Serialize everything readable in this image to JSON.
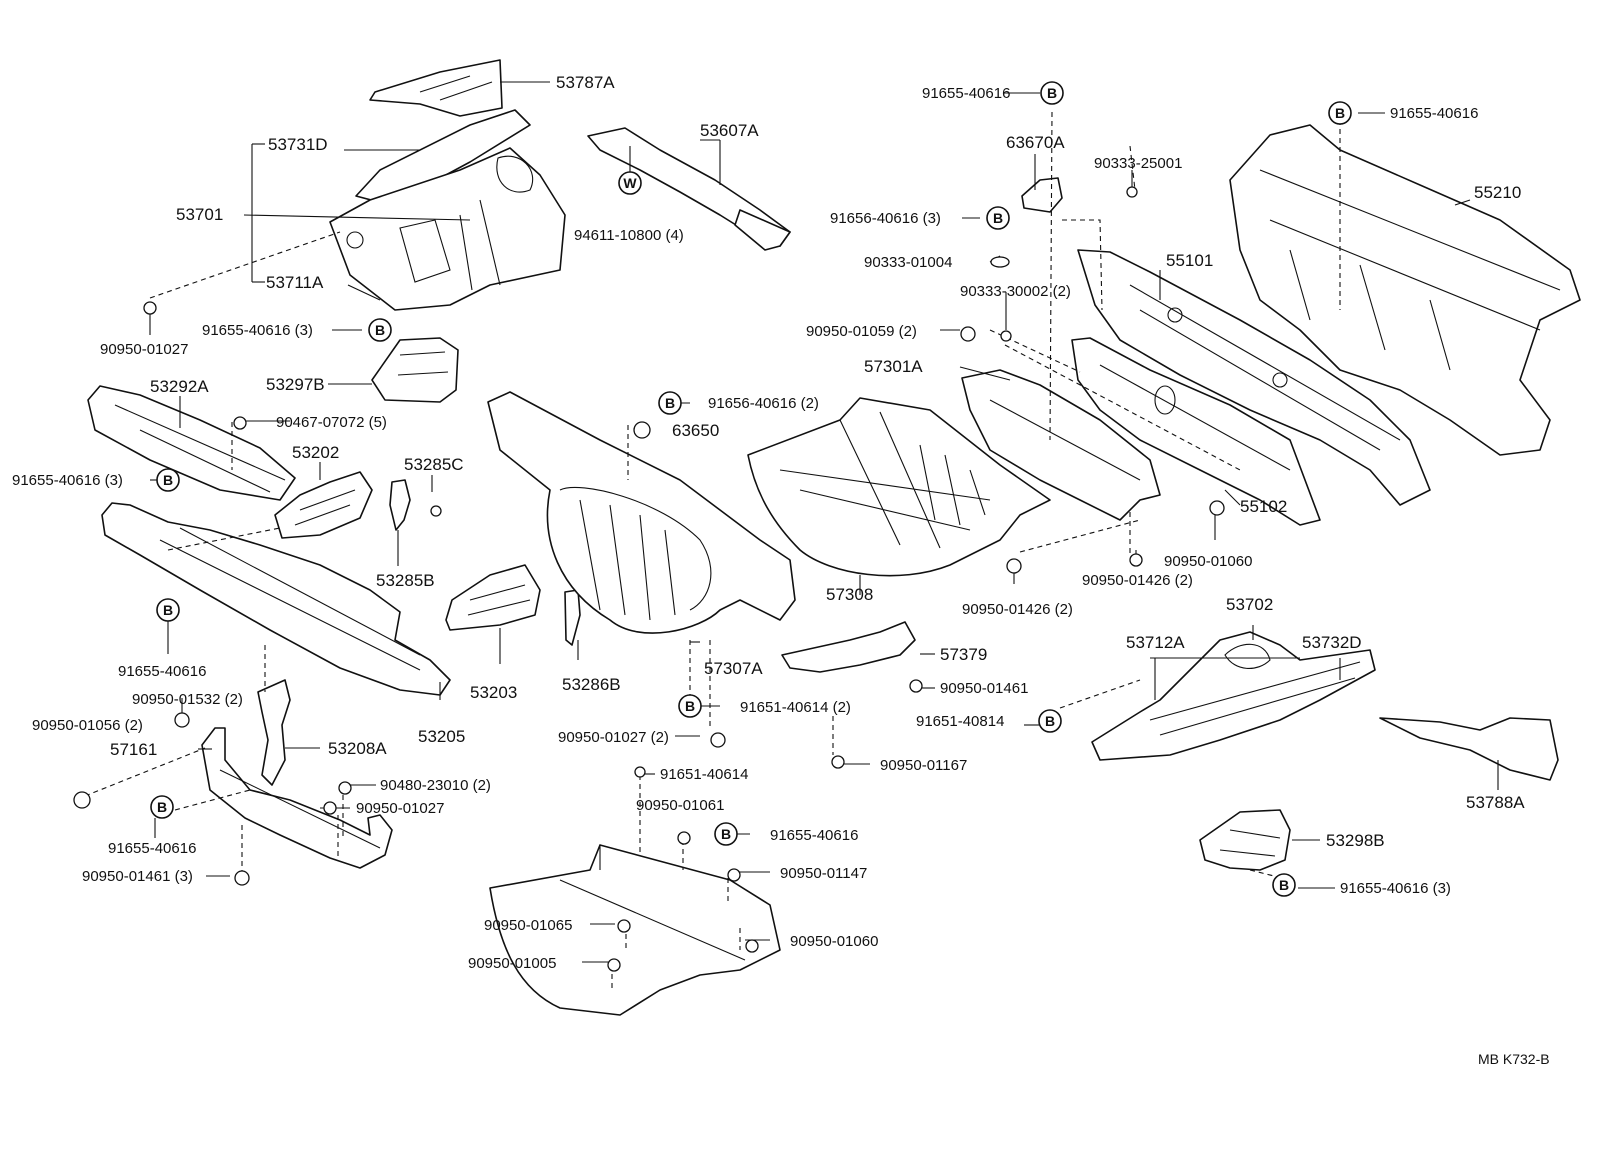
{
  "parts": {
    "p53787A": "53787A",
    "p53731D": "53731D",
    "p53701": "53701",
    "p53711A": "53711A",
    "p53607A": "53607A",
    "p94611": "94611-10800 (4)",
    "p90950_01027_a": "90950-01027",
    "p91655_3_a": "91655-40616 (3)",
    "p53297B": "53297B",
    "p53292A": "53292A",
    "p90467": "90467-07072 (5)",
    "p53202": "53202",
    "p53285C": "53285C",
    "p53285B": "53285B",
    "p91655_3_b": "91655-40616 (3)",
    "p91655_a": "91655-40616",
    "p90950_01532": "90950-01532 (2)",
    "p90950_01056": "90950-01056 (2)",
    "p57161": "57161",
    "p53208A": "53208A",
    "p90480": "90480-23010 (2)",
    "p90950_01027_b": "90950-01027",
    "p91655_b": "91655-40616",
    "p90950_01461_3": "90950-01461 (3)",
    "p53203": "53203",
    "p53205": "53205",
    "p53286B": "53286B",
    "p57307A": "57307A",
    "p91651_40614_2": "91651-40614 (2)",
    "p90950_01027_2": "90950-01027 (2)",
    "p91656_2": "91656-40616 (2)",
    "p63650": "63650",
    "p91651_40614": "91651-40614",
    "p90950_01061": "90950-01061",
    "p91655_c": "91655-40616",
    "p90950_01147": "90950-01147",
    "p90950_01065": "90950-01065",
    "p90950_01060_a": "90950-01060",
    "p90950_01005": "90950-01005",
    "p91655_top": "91655-40616",
    "p63670A": "63670A",
    "p91656_3": "91656-40616 (3)",
    "p90333_25001": "90333-25001",
    "p90333_01004": "90333-01004",
    "p90333_30002": "90333-30002 (2)",
    "p90950_01059": "90950-01059 (2)",
    "p57301A": "57301A",
    "p57308": "57308",
    "p57379": "57379",
    "p90950_01461": "90950-01461",
    "p90950_01167": "90950-01167",
    "p90950_01426_a": "90950-01426 (2)",
    "p90950_01426_b": "90950-01426 (2)",
    "p91651_40814": "91651-40814",
    "p91655_right_top": "91655-40616",
    "p55210": "55210",
    "p55101": "55101",
    "p55102": "55102",
    "p90950_01060_b": "90950-01060",
    "p53702": "53702",
    "p53712A": "53712A",
    "p53732D": "53732D",
    "p53788A": "53788A",
    "p53298B": "53298B",
    "p91655_3_c": "91655-40616 (3)"
  },
  "markers": {
    "bolt": "B",
    "washer": "W"
  },
  "ref": "MB  K732-B"
}
